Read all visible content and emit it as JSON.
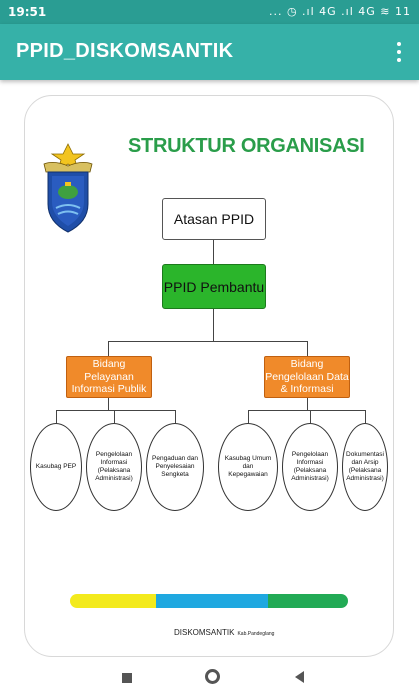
{
  "status_bar": {
    "time": "19:51",
    "icons_text": "... ◷ .ıl 4G .ıl 4G ≋ 11"
  },
  "app_bar": {
    "title": "PPID_DISKOMSANTIK",
    "menu_icon": "overflow-menu-icon"
  },
  "org_chart": {
    "heading": "STRUKTUR ORGANISASI",
    "nodes": {
      "atasan": "Atasan PPID",
      "pembantu": "PPID Pembantu",
      "bidang_pelayanan": "Bidang Pelayanan Informasi Publik",
      "bidang_pengelolaan": "Bidang Pengelolaan Data & Informasi",
      "kasubag_pep": "Kasubag PEP",
      "pengelolaan_informasi_1": "Pengelolaan Informasi (Pelaksana Administrasi)",
      "pengaduan": "Pengaduan dan Penyelesaian Sengketa",
      "kasubag_umum": "Kasubag Umum dan Kepegawaian",
      "pengelolaan_informasi_2": "Pengelolaan Informasi (Pelaksana Administrasi)",
      "dokumentasi": "Dokumentasi dan Arsip (Pelaksana Administrasi)"
    },
    "color_bar": [
      "#f3ea1d",
      "#1fa8e0",
      "#22aa55"
    ],
    "footer": "DISKOMSANTIK",
    "footer_sub": "Kab.Pandeglang",
    "logo": "regency-emblem-icon"
  },
  "nav_bar": {
    "recent": "recent-apps-icon",
    "home": "home-icon",
    "back": "back-icon"
  }
}
